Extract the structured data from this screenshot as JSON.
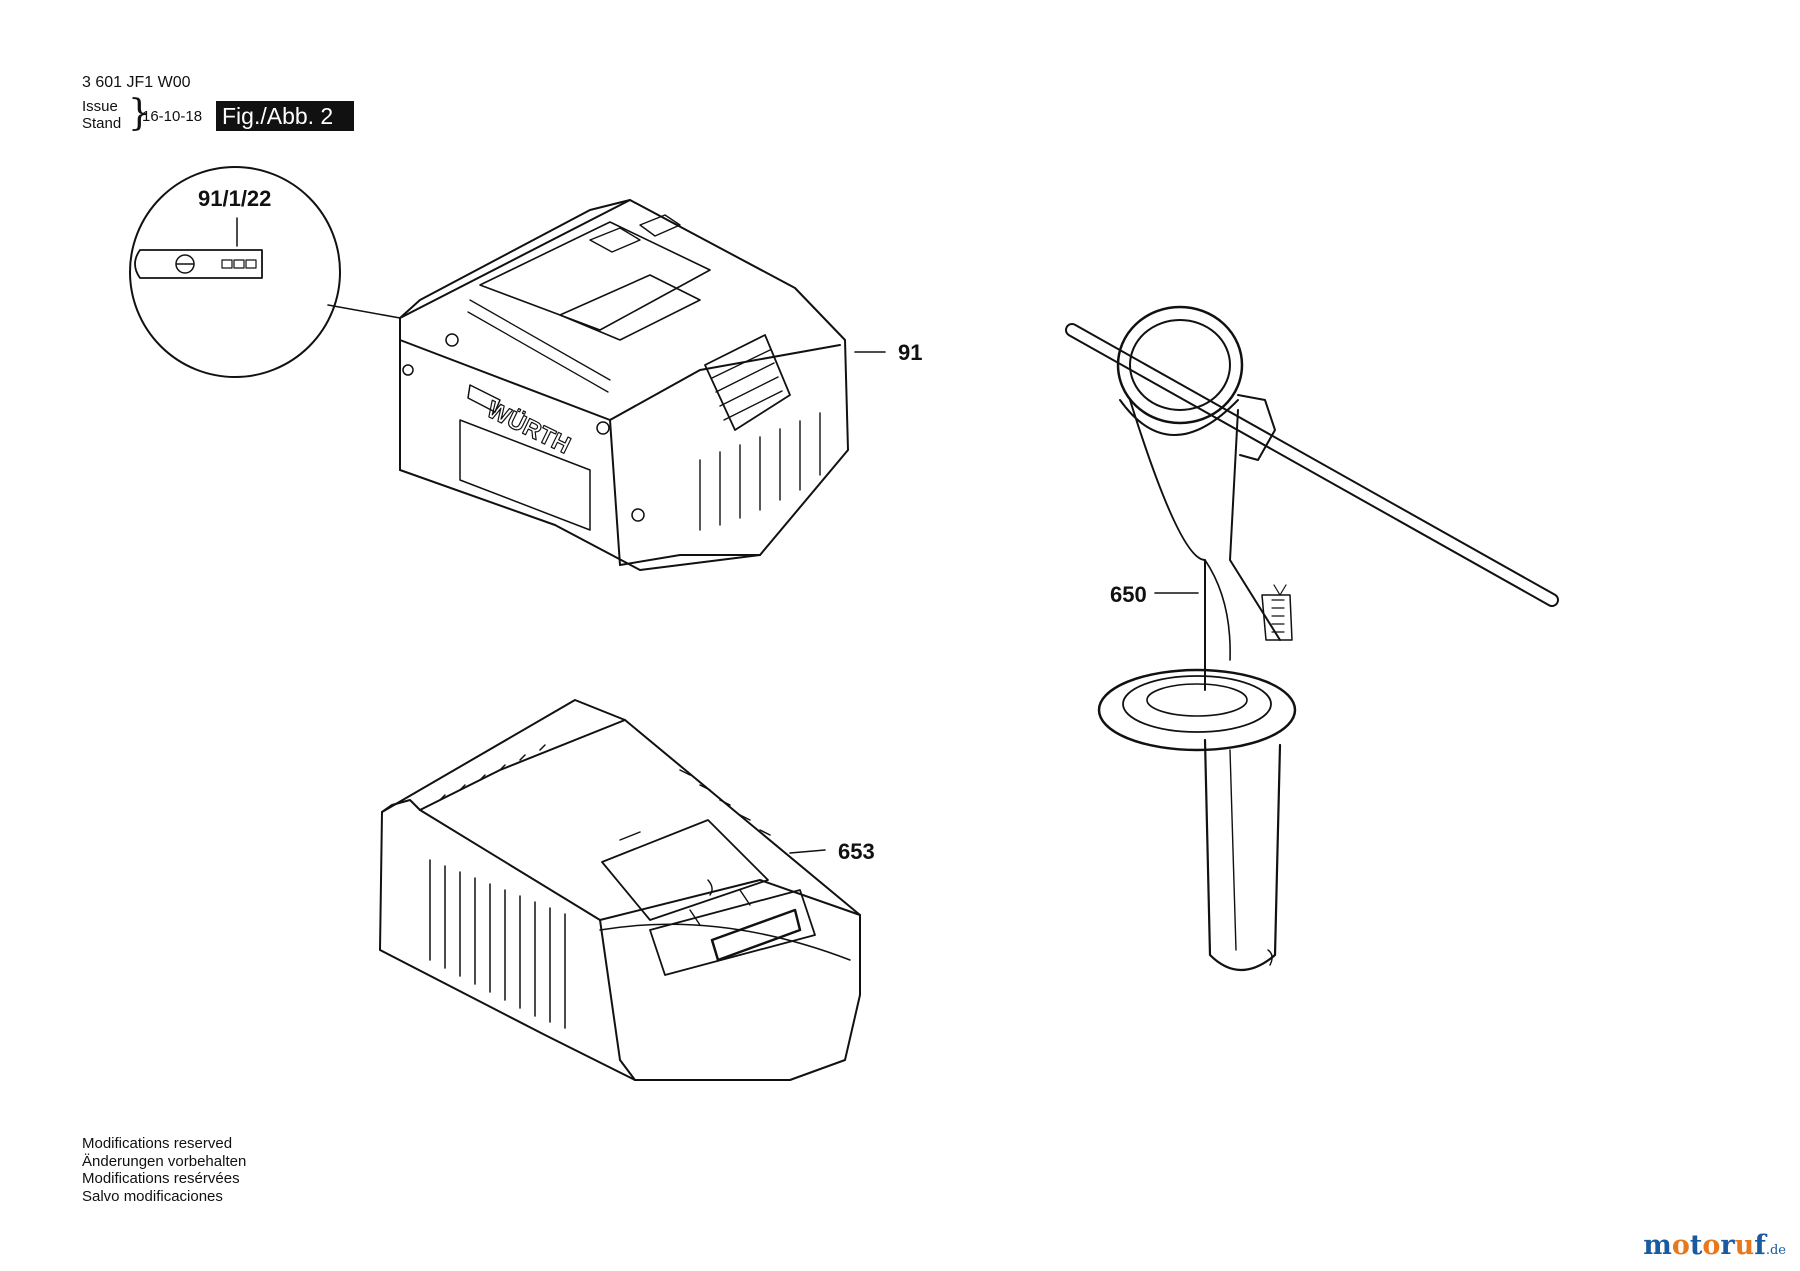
{
  "header": {
    "part_number": "3 601 JF1 W00",
    "issue_label": "Issue",
    "stand_label": "Stand",
    "date": "16-10-18",
    "figure_label": "Fig./Abb. 2"
  },
  "callouts": {
    "detail": "91/1/22",
    "battery": "91",
    "handle": "650",
    "charger": "653"
  },
  "battery_brand": "WÜRTH",
  "notes": [
    "Modifications reserved",
    "Änderungen vorbehalten",
    "Modifications resérvées",
    "Salvo modificaciones"
  ],
  "watermark": {
    "name": "motoruf",
    "tld": ".de",
    "colors": {
      "blue": "#1a5aa0",
      "orange": "#e8781e"
    }
  }
}
